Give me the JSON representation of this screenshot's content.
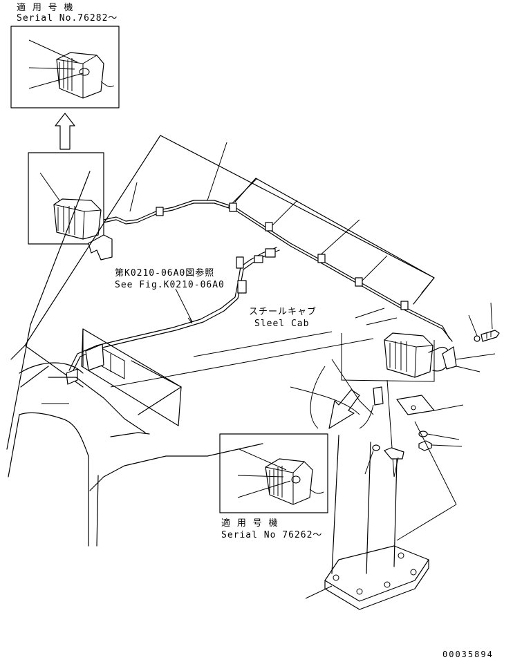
{
  "inset_top": {
    "serial_jp": "適 用 号 機",
    "serial_en": "Serial No.76282～"
  },
  "inset_bottom": {
    "serial_jp": "適 用 号 機",
    "serial_en": "Serial No 76262～"
  },
  "reference": {
    "jp": "第K0210-06A0図参照",
    "en": "See Fig.K0210-06A0"
  },
  "cab": {
    "jp": "スチールキャブ",
    "en": "Sleel Cab"
  },
  "drawing_number": "00035894",
  "icons": {
    "arrow_up": "up-arrow-icon",
    "arrow_down": "down-arrow-icon"
  }
}
